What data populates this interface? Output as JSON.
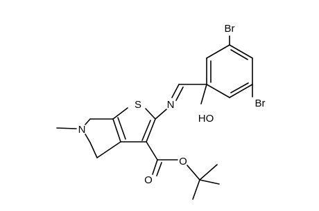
{
  "molecule": {
    "atom_labels": {
      "br_top": "Br",
      "br_right": "Br",
      "ho": "HO",
      "n_imine": "N",
      "s_ring": "S",
      "n_ring": "N",
      "o_ester": "O",
      "o_carbonyl": "O"
    }
  }
}
